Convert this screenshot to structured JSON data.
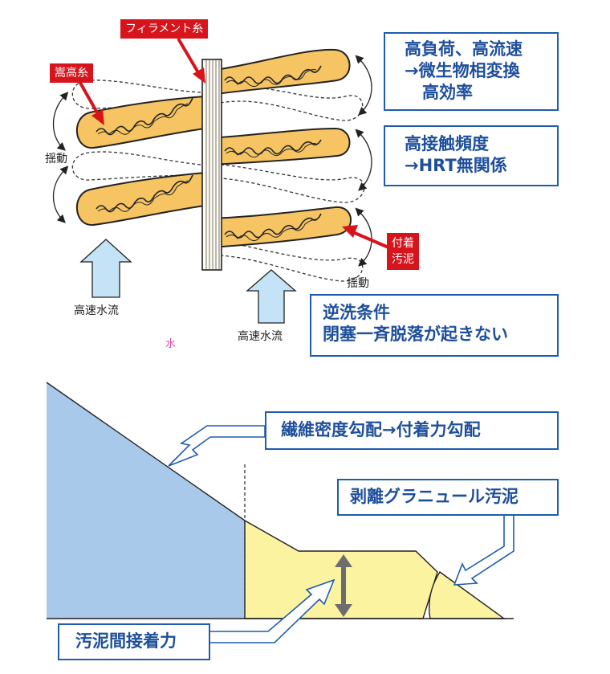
{
  "top_panel": {
    "filament_label": "フィラメント糸",
    "bulky_label": "嵩高糸",
    "attached_sludge_label": [
      "付着",
      "汚泥"
    ],
    "shake_left": "揺動",
    "shake_right": "揺動",
    "flow_left": "高速水流",
    "flow_right": "高速水流",
    "water_label": "水",
    "box_load": [
      "高負荷、高流速",
      "→微生物相変換",
      "高効率"
    ],
    "box_contact": [
      "高接触頻度",
      "→HRT無関係"
    ],
    "box_backwash": [
      "逆洗条件",
      "閉塞一斉脱落が起きない"
    ]
  },
  "bottom_panel": {
    "fiber_gradient": "繊維密度勾配→付着力勾配",
    "granule_label": "剥離グラニュール汚泥",
    "adhesion_label": "汚泥間接着力"
  },
  "colors": {
    "yarn_fill": "#f6c462",
    "red_label": "#d7141c",
    "blue_border": "#1f5cb0",
    "blue_text": "#1e4f9c",
    "fiber_blue": "#a9c9ea",
    "sludge_yellow": "#fbf3a0",
    "flow_arrow": "#c5e3f6"
  }
}
